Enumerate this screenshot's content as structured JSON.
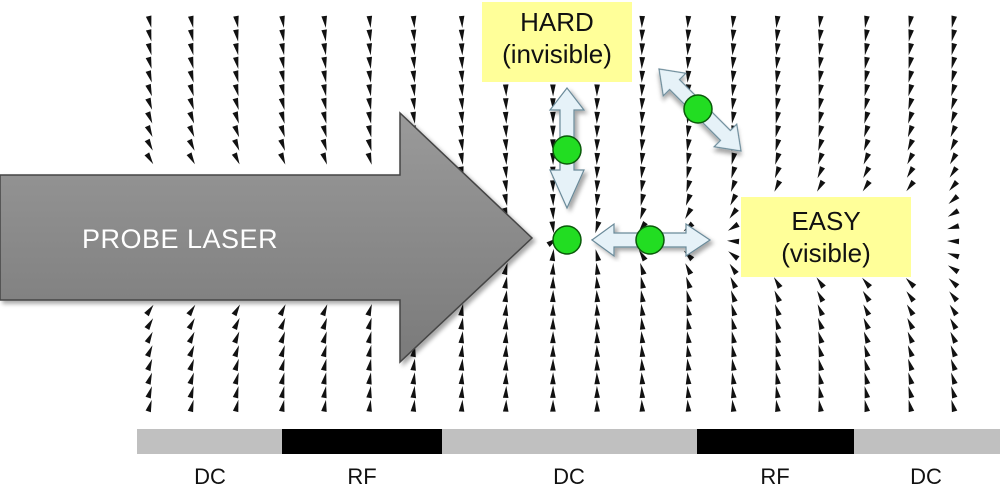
{
  "probe_laser": {
    "label": "PROBE LASER"
  },
  "hard": {
    "line1": "HARD",
    "line2": "(invisible)"
  },
  "easy": {
    "line1": "EASY",
    "line2": "(visible)"
  },
  "electrodes": [
    {
      "label": "DC",
      "type": "DC"
    },
    {
      "label": "RF",
      "type": "RF"
    },
    {
      "label": "DC",
      "type": "DC"
    },
    {
      "label": "RF",
      "type": "RF"
    },
    {
      "label": "DC",
      "type": "DC"
    }
  ],
  "colors": {
    "dc_electrode": "#c0c0c0",
    "rf_electrode": "#000000",
    "laser_arrow": "#808080",
    "ion": "#22dd22",
    "motion_arrow": "#e6f2f8",
    "label_box": "#ffff99"
  }
}
